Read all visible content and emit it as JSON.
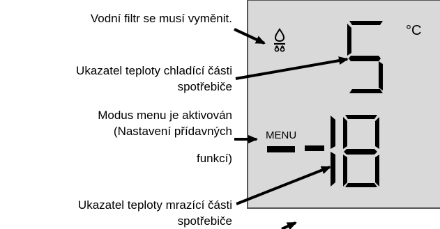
{
  "labels": {
    "water_filter": "Vodní filtr se musí vyměnit.",
    "fridge_temp_line1": "Ukazatel teploty chladící části",
    "fridge_temp_line2": "spotřebiče",
    "menu_mode_line1": "Modus menu je aktivován",
    "menu_mode_line2": "(Nastavení přídavných",
    "menu_mode_line3": "funkcí)",
    "freezer_temp_line1": "Ukazatel teploty mrazící části",
    "freezer_temp_line2": "spotřebiče"
  },
  "display": {
    "fridge_value": "5",
    "freezer_value": "-18",
    "unit": "°C",
    "menu_label": "MENU",
    "water_filter_icon": "water-drop-icon"
  },
  "colors": {
    "lcd_background": "#d9d9d9",
    "lcd_border": "#555555",
    "segment": "#000000"
  }
}
